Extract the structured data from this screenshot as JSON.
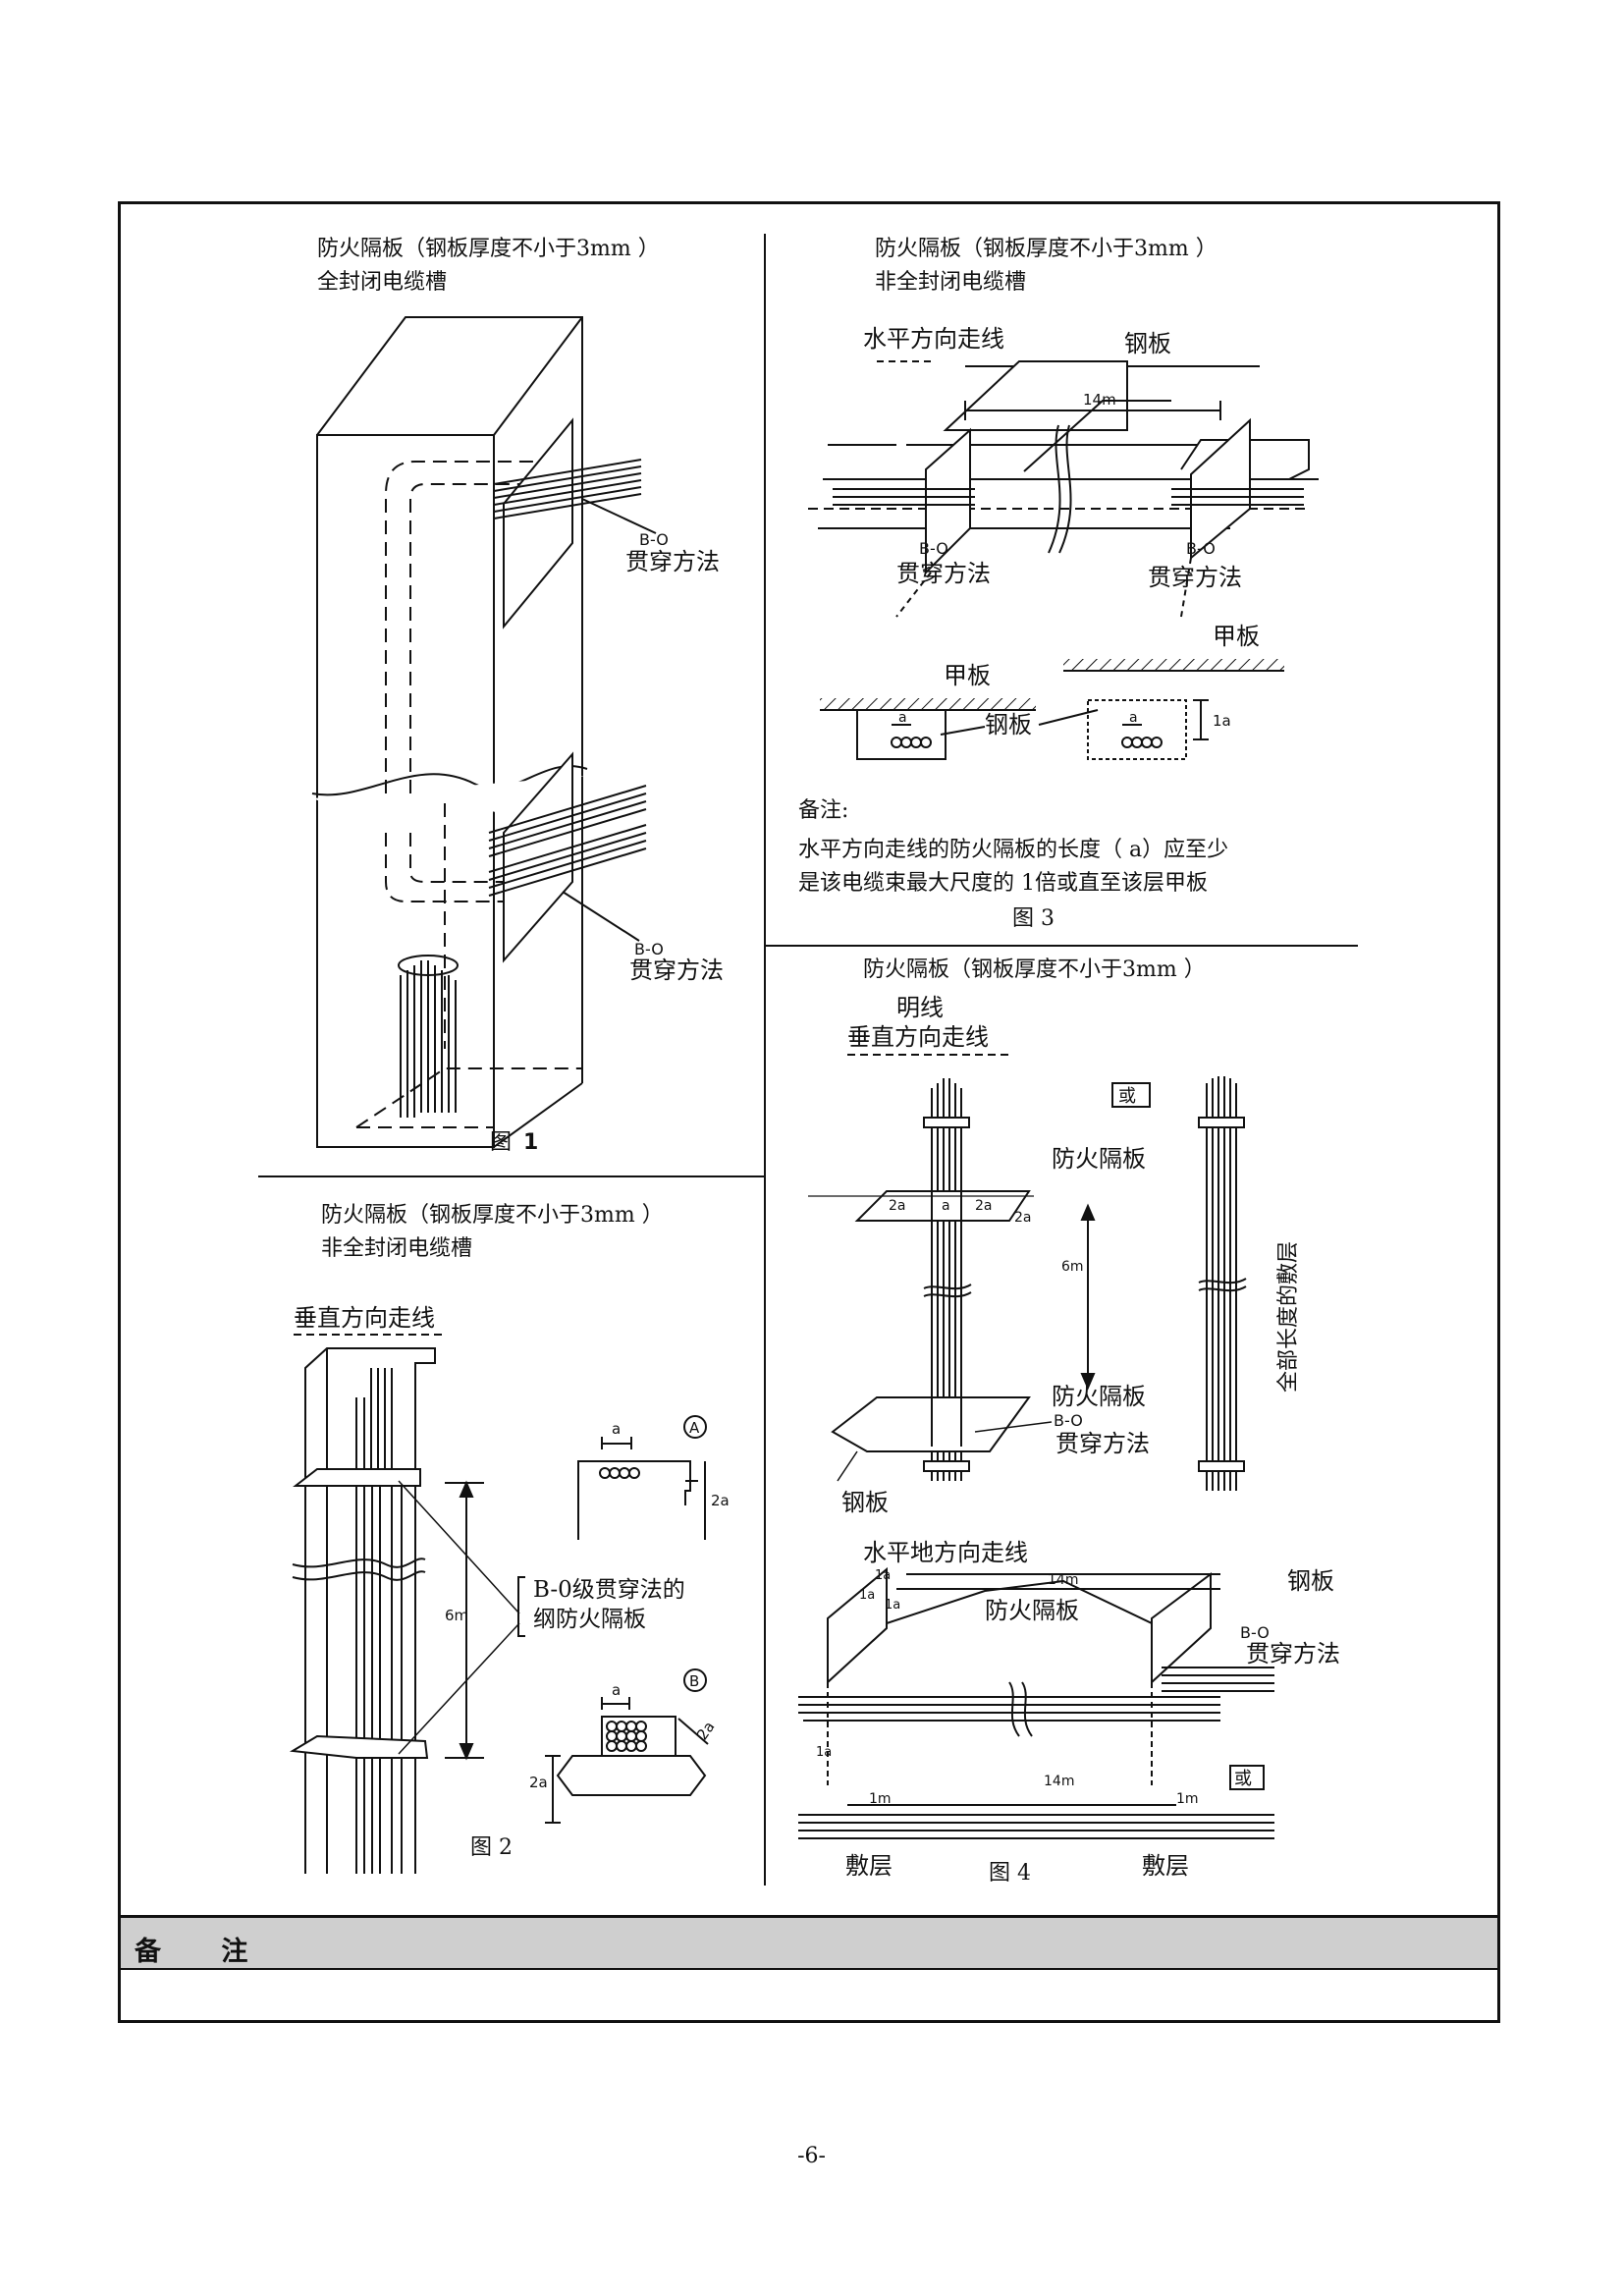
{
  "fig1": {
    "header1": "防火隔板（钢板厚度不小于3mm ）",
    "header2": "全封闭电缆槽",
    "bo_top": "B-O",
    "method_top": "贯穿方法",
    "bo_bottom": "B-O",
    "method_bottom": "贯穿方法",
    "caption_prefix": "图",
    "caption_num": "1"
  },
  "fig2": {
    "header1": "防火隔板（钢板厚度不小于3mm ）",
    "header2": "非全封闭电缆槽",
    "vertical_run": "垂直方向走线",
    "a_label_A": "a",
    "circle_A": "A",
    "dim_2a_A": "2a",
    "note_line1": "B-0级贯穿法的",
    "note_line2": "纲防火隔板",
    "dim_6m": "6m",
    "a_label_B": "a",
    "circle_B": "B",
    "dim_2a_diag": "2a",
    "dim_2a_left": "2a",
    "caption": "图 2"
  },
  "fig3": {
    "header1": "防火隔板（钢板厚度不小于3mm ）",
    "header2": "非全封闭电缆槽",
    "horizontal_run": "水平方向走线",
    "steel_plate": "钢板",
    "dim_14m": "14m",
    "bo_left": "B-O",
    "method_left": "贯穿方法",
    "bo_right": "B-O",
    "method_right": "贯穿方法",
    "deck_left": "甲板",
    "deck_right": "甲板",
    "steel_plate_mid": "钢板",
    "a_left": "a",
    "a_right": "a",
    "dim_1a": "1a",
    "remark_title": "备注:",
    "remark_line1": "水平方向走线的防火隔板的长度（ a）应至少",
    "remark_line2": "是该电缆束最大尺度的 1倍或直至该层甲板",
    "caption": "图 3"
  },
  "fig4": {
    "header": "防火隔板（钢板厚度不小于3mm ）",
    "exposed": "明线",
    "vertical_run": "垂直方向走线",
    "or_top": "或",
    "fire_plate_top": "防火隔板",
    "dim_2a_1": "2a",
    "dim_a": "a",
    "dim_2a_2": "2a",
    "dim_2a_3": "2a",
    "dim_6m": "6m",
    "full_length": "全部长度的敷层",
    "fire_plate_bottom": "防火隔板",
    "bo": "B-O",
    "method": "贯穿方法",
    "steel_plate_label": "钢板",
    "horizontal_run": "水平地方向走线",
    "dim_14m_top": "14m",
    "steel_plate_right": "钢板",
    "fire_plate_h": "防火隔板",
    "bo_h": "B-O",
    "method_h": "贯穿方法",
    "dim_1a_a": "1a",
    "dim_1a_b": "1a",
    "dim_1a_c": "1a",
    "dim_1a_d": "1a",
    "dim_14m_bottom": "14m",
    "dim_1m_left": "1m",
    "dim_1m_right": "1m",
    "or_bottom": "或",
    "layer_left": "敷层",
    "layer_right": "敷层",
    "caption": "图 4"
  },
  "notes": {
    "label": "备 注",
    "body": ""
  },
  "page_number": "-6-"
}
